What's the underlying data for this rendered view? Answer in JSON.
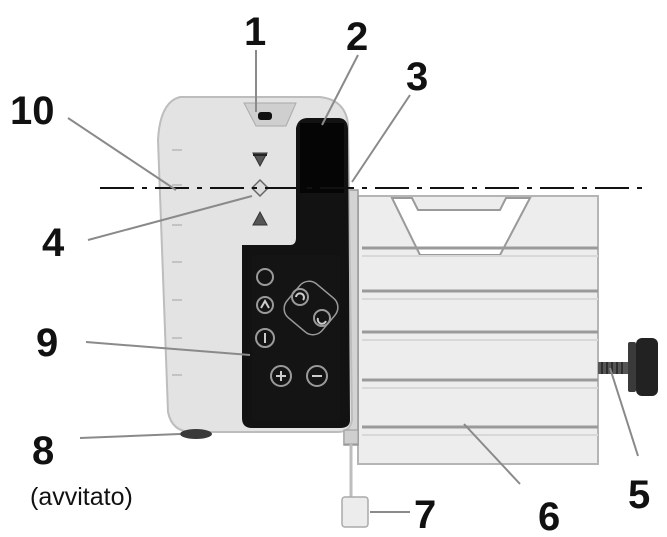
{
  "diagram": {
    "labels": {
      "l1": "1",
      "l2": "2",
      "l3": "3",
      "l4": "4",
      "l5": "5",
      "l6": "6",
      "l7": "7",
      "l8": "8",
      "l9": "9",
      "l10": "10"
    },
    "note_8": "(avvitato)"
  },
  "colors": {
    "body": "#e3e3e3",
    "body_shade": "#cfcfcf",
    "panel": "#121212",
    "plate": "#ededed",
    "plate_line": "#9a9a9a",
    "leader": "#8a8a8a"
  }
}
